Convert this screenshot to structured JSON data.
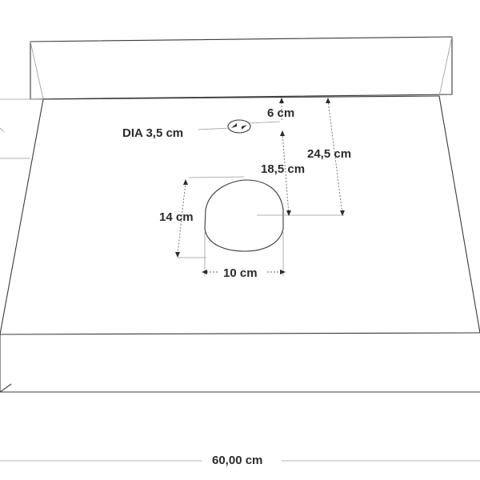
{
  "dimensions": {
    "backsplash_offset": "6 cm",
    "tap_hole_diameter": "DIA 3,5 cm",
    "drain_center_from_back": "18,5 cm",
    "drain_center_from_backsplash_top": "24,5 cm",
    "cutout_depth": "14 cm",
    "cutout_width": "10 cm",
    "total_width": "60,00 cm"
  }
}
